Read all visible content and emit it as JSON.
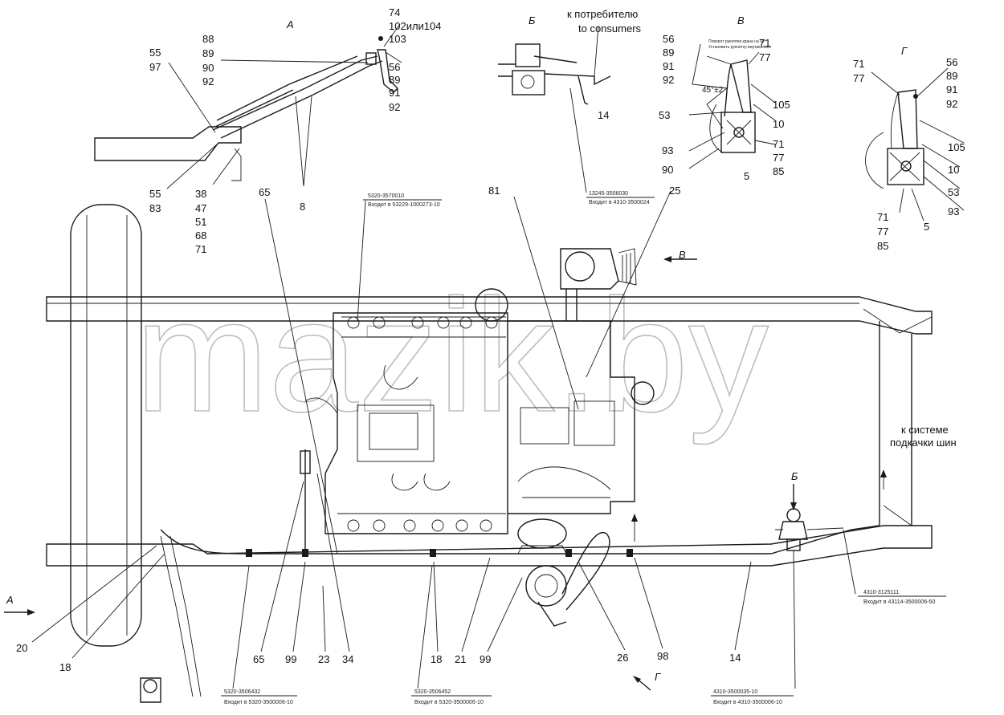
{
  "views": {
    "a": "А",
    "b": "Б",
    "v": "В",
    "g": "Г",
    "b_arrow": "Б",
    "v_arrow": "В",
    "g_arrow": "Г",
    "a_arrow": "А"
  },
  "captions": {
    "consumers_ru": "к потребителю",
    "consumers_en": "to consumers",
    "tire_ru_1": "к системе",
    "tire_ru_2": "подкачки шин",
    "angle": "45°±2"
  },
  "callouts": {
    "c88": "88",
    "c89a": "89",
    "c90": "90",
    "c92a": "92",
    "c55a": "55",
    "c97": "97",
    "c74": "74",
    "c102": "102или104",
    "c103": "103",
    "c56a": "56",
    "c89b": "89",
    "c91a": "91",
    "c92b": "92",
    "c55b": "55",
    "c83": "83",
    "c38": "38",
    "c47": "47",
    "c51": "51",
    "c68": "68",
    "c71a": "71",
    "c8": "8",
    "c65a": "65",
    "c14a": "14",
    "c56b": "56",
    "c89c": "89",
    "c91b": "91",
    "c92c": "92",
    "c71b": "71",
    "c77a": "77",
    "c105a": "105",
    "c53a": "53",
    "c10a": "10",
    "c93a": "93",
    "c90b": "90",
    "c71c": "71",
    "c77b": "77",
    "c85a": "85",
    "c5a": "5",
    "c71d": "71",
    "c77c": "77",
    "c56c": "56",
    "c89d": "89",
    "c91c": "91",
    "c92d": "92",
    "c105b": "105",
    "c10b": "10",
    "c53b": "53",
    "c93b": "93",
    "c71e": "71",
    "c77d": "77",
    "c85b": "85",
    "c5b": "5",
    "c81": "81",
    "c25": "25",
    "c20": "20",
    "c18a": "18",
    "c65b": "65",
    "c99a": "99",
    "c23": "23",
    "c34": "34",
    "c18b": "18",
    "c21": "21",
    "c99b": "99",
    "c26": "26",
    "c98": "98",
    "c14b": "14"
  },
  "part_notes": {
    "n1a": "5320-3570010",
    "n1b": "Входит в 53229-1000273-10",
    "n2a": "13245-3506030",
    "n2b": "Входит в 4310-3500024",
    "n3a": "4310-3125111",
    "n3b": "Входит в 43114-3500006-50",
    "n4a": "5320-3506432",
    "n4b": "Входит в 5320-3500006-10",
    "n5a": "5320-3506452",
    "n5b": "Входит в 5320-3500006-10",
    "n6a": "4310-3500035-10",
    "n6b": "Входит в 4310-3500006-10",
    "n7": "Поворот рукоятки крана на 90°",
    "n8": "Установить рукоятку вертикально"
  },
  "watermark": "mazik.by"
}
